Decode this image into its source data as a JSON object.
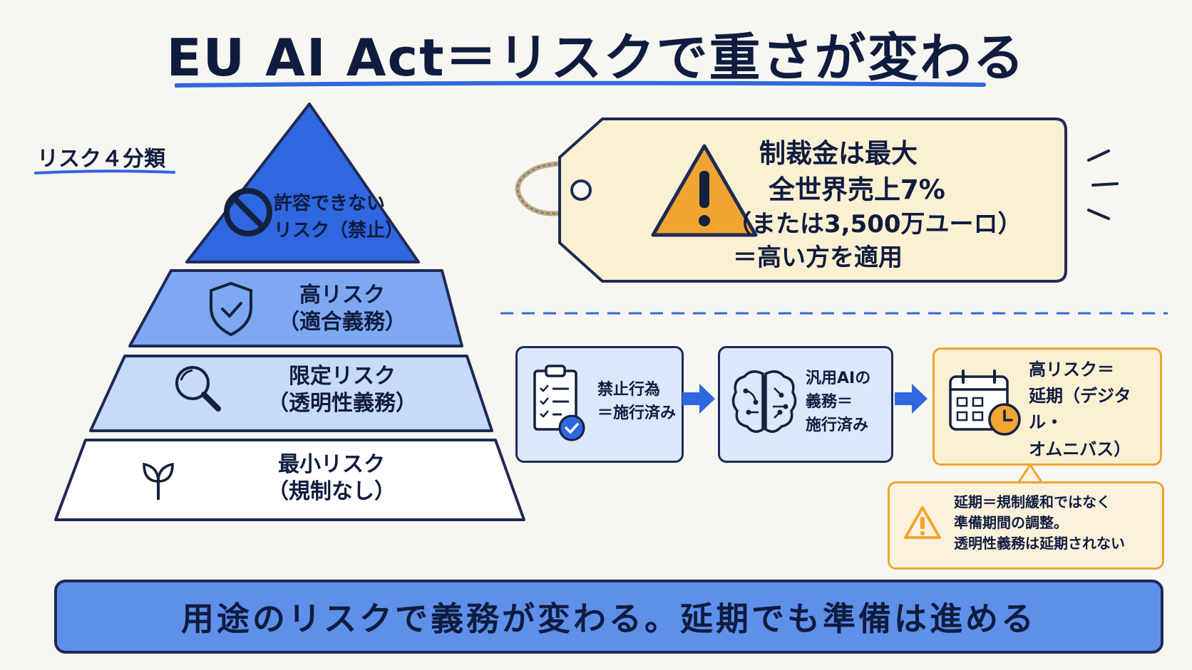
{
  "title": "EU AI Act＝リスクで重さが変わる",
  "pyramid": {
    "label": "リスク４分類",
    "tiers": [
      {
        "line1": "許容できない",
        "line2": "リスク（禁止）",
        "icon": "prohibited-icon",
        "color": "#2f67e0"
      },
      {
        "line1": "高リスク",
        "line2": "（適合義務）",
        "icon": "shield-check-icon",
        "color": "#7ea8f2"
      },
      {
        "line1": "限定リスク",
        "line2": "（透明性義務）",
        "icon": "magnifier-icon",
        "color": "#c7daf8"
      },
      {
        "line1": "最小リスク",
        "line2": "（規制なし）",
        "icon": "sprout-icon",
        "color": "#ffffff"
      }
    ]
  },
  "penalty": {
    "line1": "制裁金は最大",
    "line2": "全世界売上7%",
    "line3": "（または3,500万ユーロ）",
    "line4": "＝高い方を適用",
    "icon": "warning-icon"
  },
  "timeline": {
    "step1": {
      "text": "禁止行為\n＝施行済み",
      "icon": "checklist-icon"
    },
    "step2": {
      "text": "汎用AIの\n義務＝\n施行済み",
      "icon": "brain-circuit-icon"
    },
    "step3": {
      "text": "高リスク＝\n延期（デジタル・\nオムニバス）",
      "icon": "calendar-clock-icon"
    },
    "note": "延期＝規制緩和ではなく\n準備期間の調整。\n透明性義務は延期されない"
  },
  "banner": "用途のリスクで義務が変わる。延期でも準備は進める",
  "colors": {
    "navy": "#1e2a55",
    "blue": "#2f67e0",
    "orange": "#f0a431",
    "cream": "#fcf0d3"
  }
}
